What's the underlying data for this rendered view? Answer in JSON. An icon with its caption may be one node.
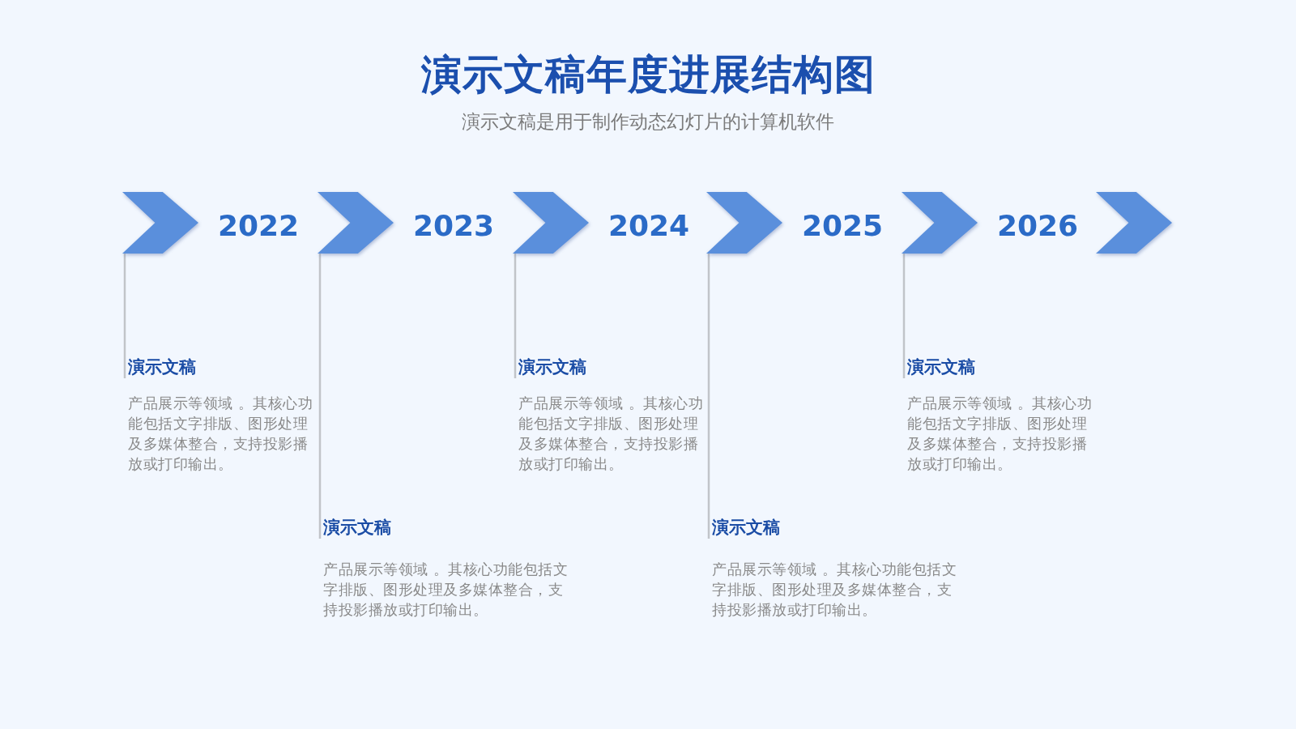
{
  "diagram": {
    "title": "演示文稿年度进展结构图",
    "nodes": [
      {
        "text": [],
        "shape": "chevron",
        "beside": [
          "2022"
        ]
      },
      {
        "text": [],
        "shape": "chevron",
        "beside": [
          "2023"
        ]
      },
      {
        "text": [],
        "shape": "chevron",
        "beside": [
          "2024"
        ]
      },
      {
        "text": [],
        "shape": "chevron",
        "beside": [
          "2025"
        ]
      },
      {
        "text": [],
        "shape": "chevron",
        "beside": [
          "2026"
        ]
      },
      {
        "text": [],
        "shape": "chevron"
      },
      {
        "text": [
          "演示文稿",
          "产品展示等领域 。其核心功能包括文字排版、图形处理及多媒体整合，支持投影播放或打印输出。"
        ]
      },
      {
        "text": [
          "演示文稿",
          "产品展示等领域 。其核心功能包括文字排版、图形处理及多媒体整合，支持投影播放或打印输出。"
        ]
      },
      {
        "text": [
          "演示文稿",
          "产品展示等领域 。其核心功能包括文字排版、图形处理及多媒体整合，支持投影播放或打印输出。"
        ]
      },
      {
        "text": [
          "演示文稿",
          "产品展示等领域 。其核心功能包括文字排版、图形处理及多媒体整合，支持投影播放或打印输出。"
        ]
      },
      {
        "text": [
          "演示文稿",
          "产品展示等领域 。其核心功能包括文字排版、图形处理及多媒体整合，支持投影播放或打印输出。"
        ]
      }
    ],
    "edges": [
      {
        "from": 0,
        "to": 6,
        "arrow": "none"
      },
      {
        "from": 1,
        "to": 7,
        "arrow": "none"
      },
      {
        "from": 2,
        "to": 8,
        "arrow": "none"
      },
      {
        "from": 3,
        "to": 9,
        "arrow": "none"
      },
      {
        "from": 4,
        "to": 10,
        "arrow": "none"
      }
    ],
    "labels": [
      "演示文稿是用于制作动态幻灯片的计算机软件"
    ]
  }
}
